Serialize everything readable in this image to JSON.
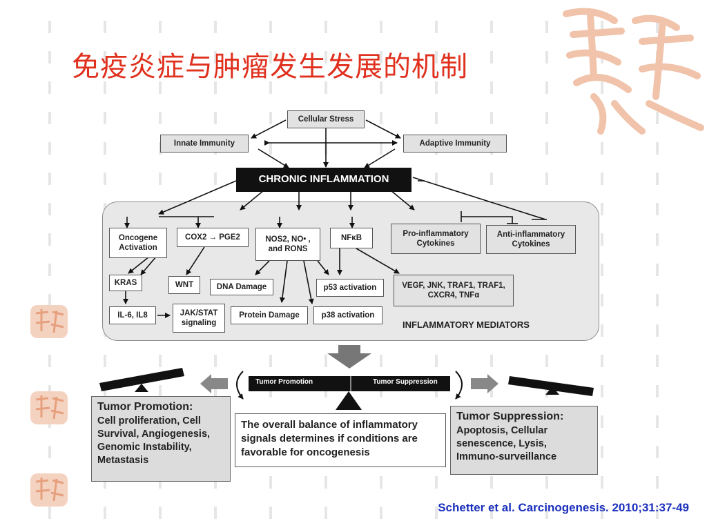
{
  "title": "免疫炎症与肿瘤发生发展的机制",
  "nodes": {
    "cellular_stress": "Cellular Stress",
    "innate_immunity": "Innate Immunity",
    "adaptive_immunity": "Adaptive Immunity",
    "chronic_inflammation": "CHRONIC INFLAMMATION",
    "oncogene_activation": "Oncogene Activation",
    "cox2_pge2": "COX2 → PGE2",
    "nos2": "NOS2, NO• , and RONS",
    "nfkb": "NFκB",
    "pro_inflammatory": "Pro-inflammatory Cytokines",
    "anti_inflammatory": "Anti-inflammatory Cytokines",
    "kras": "KRAS",
    "wnt": "WNT",
    "dna_damage": "DNA Damage",
    "p53": "p53 activation",
    "vegf": "VEGF, JNK, TRAF1, TRAF1, CXCR4, TNFα",
    "il6": "IL-6, IL8",
    "jak_stat": "JAK/STAT signaling",
    "protein_damage": "Protein Damage",
    "p38": "p38 activation"
  },
  "panel_label": "INFLAMMATORY MEDIATORS",
  "balance": {
    "left_label": "Tumor Promotion",
    "right_label": "Tumor Suppression"
  },
  "promotion": {
    "heading": "Tumor Promotion:",
    "body": "Cell proliferation, Cell Survival, Angiogenesis, Genomic Instability, Metastasis"
  },
  "center_text": "The overall balance of inflammatory signals determines if conditions are favorable for oncogenesis",
  "suppression": {
    "heading": "Tumor Suppression:",
    "body": "Apoptosis, Cellular senescence, Lysis, Immuno-surveillance"
  },
  "citation": "Schetter et al. Carcinogenesis. 2010;31:37-49",
  "colors": {
    "title": "#e0301e",
    "citation": "#1a2fbd",
    "seal": "#e7a07e"
  },
  "decor": {
    "watermark": "watermark-seal-logo",
    "side_seals": "seal-logo"
  }
}
